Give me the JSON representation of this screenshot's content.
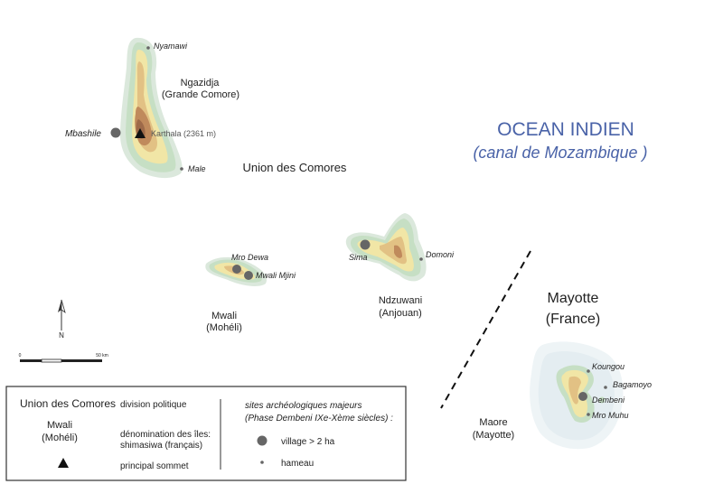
{
  "ocean": {
    "title": "OCEAN INDIEN",
    "subtitle": "(canal de Mozambique )"
  },
  "countries": {
    "union": "Union des Comores",
    "mayotte_line1": "Mayotte",
    "mayotte_line2": "(France)"
  },
  "islands": {
    "ngazidja": {
      "name": "Ngazidja",
      "french": "(Grande Comore)"
    },
    "mwali": {
      "name": "Mwali",
      "french": "(Mohéli)"
    },
    "ndzuwani": {
      "name": "Ndzuwani",
      "french": "(Anjouan)"
    },
    "maore": {
      "name": "Maore",
      "french": "(Mayotte)"
    }
  },
  "summit": {
    "label": "Karthala (2361 m)"
  },
  "places": {
    "nyamawi": "Nyamawi",
    "mbashile": "Mbashile",
    "male": "Male",
    "mro_dewa": "Mro Dewa",
    "mwali_mjini": "Mwali Mjini",
    "sima": "Sima",
    "domoni": "Domoni",
    "koungou": "Koungou",
    "bagamoyo": "Bagamoyo",
    "dembeni": "Dembeni",
    "mro_muhu": "Mro Muhu"
  },
  "compass": {
    "north": "N"
  },
  "scale": {
    "start": "0",
    "end": "50 km"
  },
  "legend": {
    "union": "Union des Comores",
    "division": "division politique",
    "mwali": "Mwali",
    "moheli": "(Mohéli)",
    "denomination_line1": "dénomination des îles:",
    "denomination_line2": "shimasiwa (français)",
    "summit": "principal sommet",
    "sites_line1": "sites archéologiques majeurs",
    "sites_line2": "(Phase Dembeni  IXe-Xème siècles) :",
    "village": "village > 2 ha",
    "hamlet": "hameau"
  },
  "colors": {
    "ocean_text": "#4a63a8",
    "land_low": "#c9dfc8",
    "land_mid": "#f1e6a6",
    "land_high": "#d3a46e",
    "land_top": "#9e6a49"
  }
}
